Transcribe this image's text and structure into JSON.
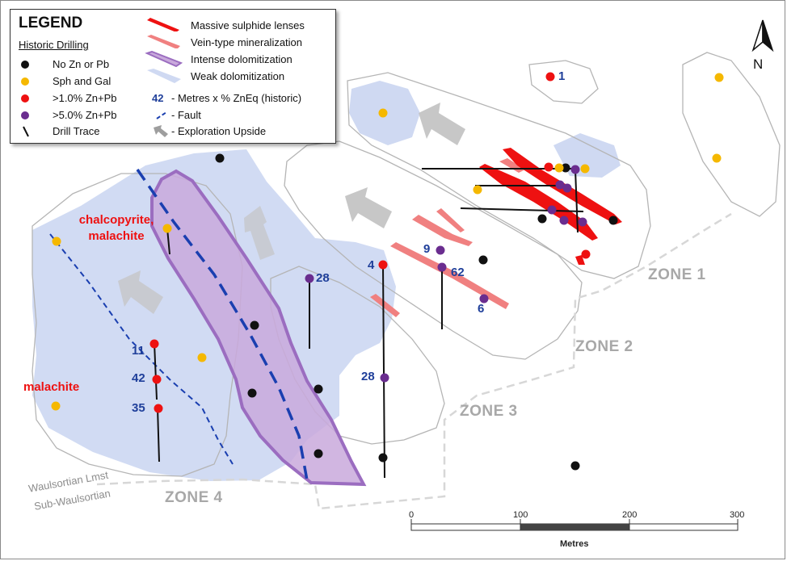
{
  "legend": {
    "title": "LEGEND",
    "subtitle": "Historic Drilling",
    "drilling_items": [
      {
        "label": "No Zn or Pb",
        "color": "#111111"
      },
      {
        "label": "Sph and Gal",
        "color": "#f5b800"
      },
      {
        "label": ">1.0% Zn+Pb",
        "color": "#ee1111"
      },
      {
        "label": ">5.0% Zn+Pb",
        "color": "#6a2d8f"
      },
      {
        "label": "Drill Trace",
        "icon": "drill-trace-line"
      }
    ],
    "mineral_items": [
      {
        "label": "Massive sulphide lenses",
        "color": "#ee1111"
      },
      {
        "label": "Vein-type mineralization",
        "color": "#f08080"
      },
      {
        "label": "Intense dolomitization",
        "color": "#c9a9dc"
      },
      {
        "label": "Weak dolomitization",
        "color": "#cfd9f2"
      }
    ],
    "metres_key": "42",
    "metres_text": "- Metres x % ZnEq (historic)",
    "fault_text": "- Fault",
    "upside_text": "- Exploration Upside"
  },
  "zones": {
    "zone1": "ZONE 1",
    "zone2": "ZONE 2",
    "zone3": "ZONE 3",
    "zone4": "ZONE 4"
  },
  "annotations": {
    "chalcopyrite_line1": "chalcopyrite,",
    "chalcopyrite_line2": "malachite",
    "malachite": "malachite",
    "waulsortian": "Waulsortian Lmst",
    "sub_waulsortian": "Sub-Waulsortian"
  },
  "drill_values": {
    "v1": "1",
    "v9": "9",
    "v4": "4",
    "v62": "62",
    "v6": "6",
    "v28a": "28",
    "v28b": "28",
    "v11": "11",
    "v42": "42",
    "v35": "35"
  },
  "north": "N",
  "scale": {
    "ticks": [
      "0",
      "100",
      "200",
      "300"
    ],
    "unit": "Metres"
  },
  "colors": {
    "black_hole": "#111111",
    "sph_gal": "#f5b800",
    "gt1": "#ee1111",
    "gt5": "#6a2d8f",
    "weak_dolo": "#cfd9f2",
    "intense_dolo": "#c9a9dc",
    "vein": "#f08080",
    "massive": "#ee1111",
    "fault": "#1a3fb0",
    "zone_text": "#a8a8a8",
    "value_text": "#1f3f9a"
  }
}
